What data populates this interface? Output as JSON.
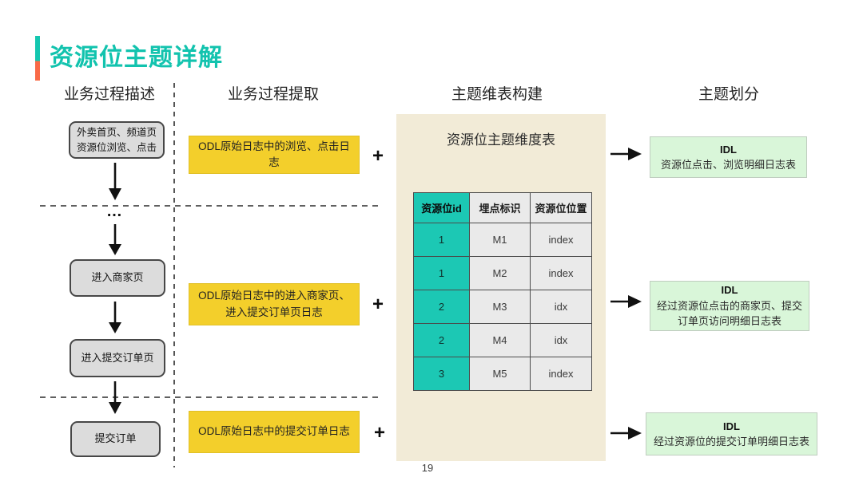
{
  "slide": {
    "title": "资源位主题详解",
    "page_number": "19"
  },
  "columns": {
    "col1": "业务过程描述",
    "col2": "业务过程提取",
    "col3": "主题维表构建",
    "col4": "主题划分"
  },
  "flow": {
    "step1_line1": "外卖首页、频道页",
    "step1_line2": "资源位浏览、点击",
    "ellipsis": "…",
    "step2": "进入商家页",
    "step3": "进入提交订单页",
    "step4": "提交订单"
  },
  "extract": {
    "box1": "ODL原始日志中的浏览、点击日志",
    "box2": "ODL原始日志中的进入商家页、进入提交订单页日志",
    "box3": "ODL原始日志中的提交订单日志",
    "plus": "+"
  },
  "dim_panel": {
    "title": "资源位主题维度表",
    "table": {
      "headers": [
        "资源位id",
        "埋点标识",
        "资源位位置"
      ],
      "rows": [
        [
          "1",
          "M1",
          "index"
        ],
        [
          "1",
          "M2",
          "index"
        ],
        [
          "2",
          "M3",
          "idx"
        ],
        [
          "2",
          "M4",
          "idx"
        ],
        [
          "3",
          "M5",
          "index"
        ]
      ]
    }
  },
  "themes": {
    "box1": {
      "title": "IDL",
      "desc": "资源位点击、浏览明细日志表"
    },
    "box2": {
      "title": "IDL",
      "desc": "经过资源位点击的商家页、提交订单页访问明细日志表"
    },
    "box3": {
      "title": "IDL",
      "desc": "经过资源位的提交订单明细日志表"
    }
  },
  "colors": {
    "accent_teal": "#14c7b0",
    "accent_orange": "#f96a47",
    "yellow_box": "#f3cf2b",
    "green_box": "#d9f6d9",
    "beige_panel": "#f2ebd7",
    "table_teal": "#1cc8b4",
    "gray_flow_box": "#dcdcdc"
  }
}
